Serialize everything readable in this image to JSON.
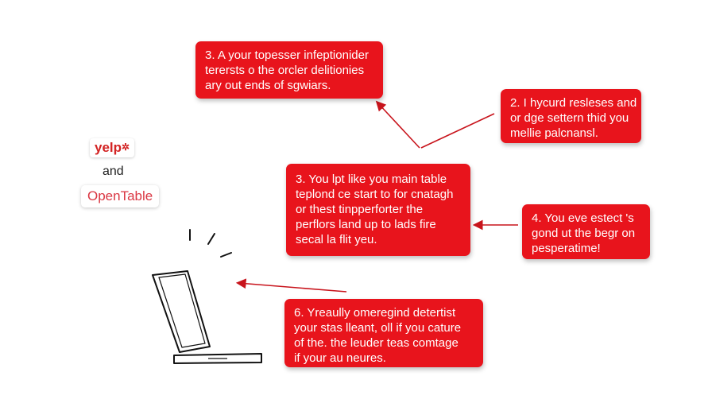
{
  "logos": {
    "yelp": "yelp",
    "connector": "and",
    "opentable": "OpenTable"
  },
  "boxes": {
    "top_center": {
      "lines": [
        "3. A your topesser infeptionider",
        "terersts o the orcler delitionies",
        "ary out ends of sgwiars."
      ]
    },
    "top_right": {
      "lines": [
        "2. I hycurd resleses and",
        "or dge settern thid you",
        "mellie palcnansl."
      ]
    },
    "middle_center": {
      "lines": [
        "3. You lpt like you main table",
        "teplond ce start to for cnatagh",
        "or thest tinpperforter the",
        "perflors land up to lads fire",
        "secal la flit yeu."
      ]
    },
    "middle_right": {
      "lines": [
        "4. You eve estect 's",
        "gond ut the begr on",
        "pesperatime!"
      ]
    },
    "bottom_center": {
      "lines": [
        "6. Yreaully omeregind detertist",
        "your stas lleant, oll if you cature",
        "of the. the leuder teas comtage",
        "if your au neures."
      ]
    }
  },
  "colors": {
    "box_fill": "#e8141c",
    "box_text": "#ffffff",
    "arrow": "#c8141c",
    "sketch": "#111111",
    "yelp_brand": "#d32323",
    "opentable_brand": "#da3743"
  }
}
